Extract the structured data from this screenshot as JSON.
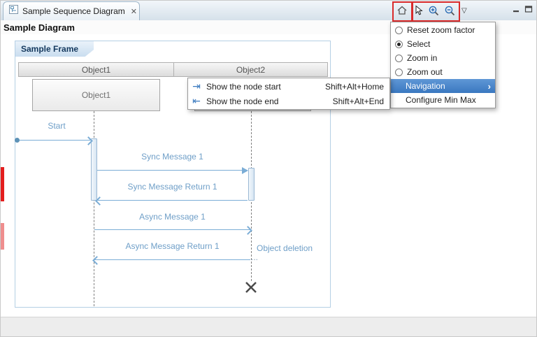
{
  "tab_bar": {
    "tab_title": "Sample Sequence Diagram",
    "close_glyph": "✕",
    "toolbar_icons": [
      "home-icon",
      "select-cursor-icon",
      "zoom-in-icon",
      "zoom-out-icon"
    ],
    "dropdown_glyph": "▽"
  },
  "header": {
    "title": "Sample Diagram"
  },
  "diagram": {
    "frame_label": "Sample Frame",
    "header_cells": [
      "Object1",
      "Object2"
    ],
    "object1_label": "Object1",
    "object2_label": "Object2",
    "start_label": "Start",
    "messages": {
      "sync1": "Sync Message 1",
      "sync_return1": "Sync Message Return 1",
      "async1": "Async Message 1",
      "async_return1": "Async Message Return 1"
    },
    "deletion_label": "Object deletion",
    "ellipsis": "..."
  },
  "menu": {
    "items": [
      {
        "label": "Reset zoom factor",
        "checked": false
      },
      {
        "label": "Select",
        "checked": true
      },
      {
        "label": "Zoom in",
        "checked": false
      },
      {
        "label": "Zoom out",
        "checked": false
      }
    ],
    "navigation_label": "Navigation",
    "submenu_arrow": "›",
    "configure_label": "Configure Min Max"
  },
  "submenu": {
    "items": [
      {
        "icon": "⇥",
        "label": "Show the node start",
        "shortcut": "Shift+Alt+Home"
      },
      {
        "icon": "⇤",
        "label": "Show the node end",
        "shortcut": "Shift+Alt+End"
      }
    ]
  },
  "colors": {
    "accent_blue": "#7badd6",
    "menu_highlight": "#3a78c0",
    "annotation_red": "#d92b2b"
  }
}
